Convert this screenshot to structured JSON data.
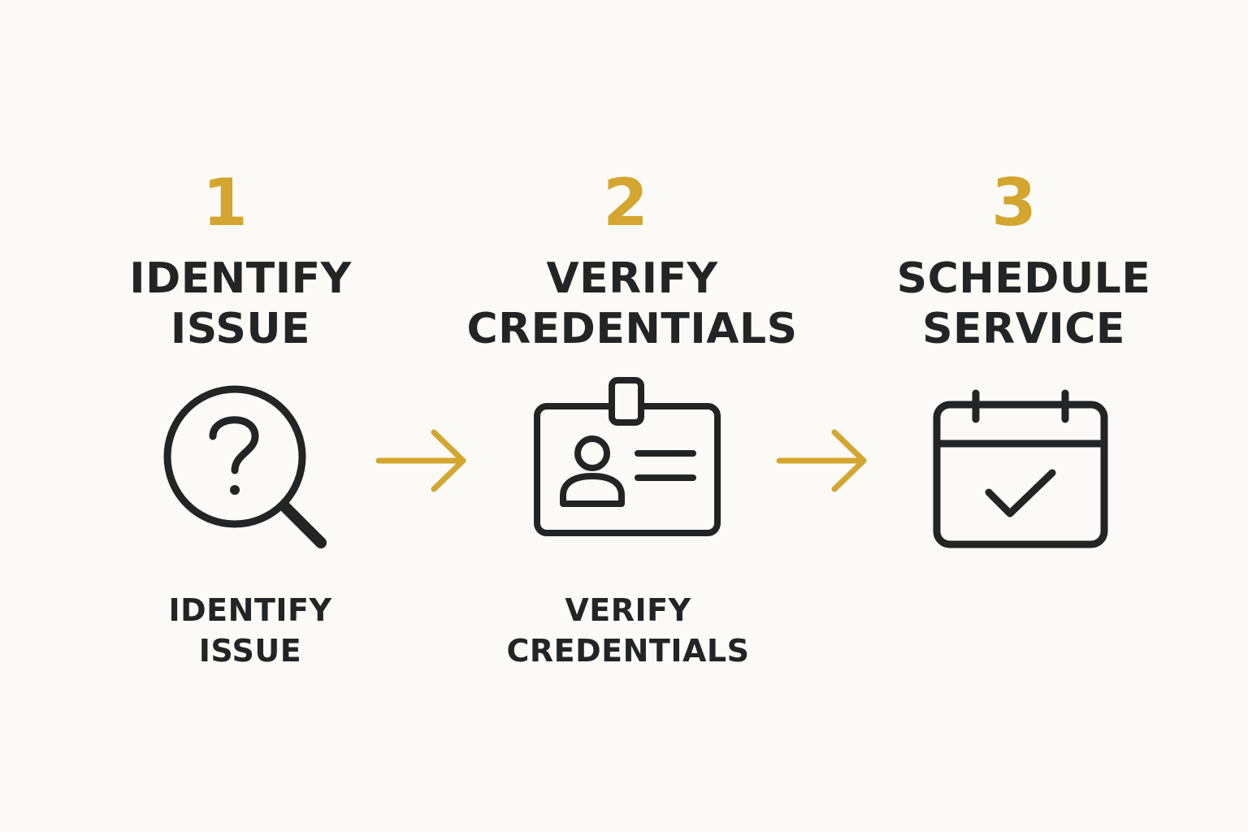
{
  "colors": {
    "accent": "#d4a52f",
    "ink": "#222426",
    "background": "#fbfaf6"
  },
  "steps": [
    {
      "number": "1",
      "title_line1": "IDENTIFY",
      "title_line2": "ISSUE",
      "icon": "magnifier-question-icon",
      "caption_line1": "IDENTIFY",
      "caption_line2": "ISSUE"
    },
    {
      "number": "2",
      "title_line1": "VERIFY",
      "title_line2": "CREDENTIALS",
      "icon": "id-badge-icon",
      "caption_line1": "VERIFY",
      "caption_line2": "CREDENTIALS"
    },
    {
      "number": "3",
      "title_line1": "SCHEDULE",
      "title_line2": "SERVICE",
      "icon": "calendar-check-icon"
    }
  ],
  "arrows": [
    "arrow-right-icon",
    "arrow-right-icon"
  ]
}
